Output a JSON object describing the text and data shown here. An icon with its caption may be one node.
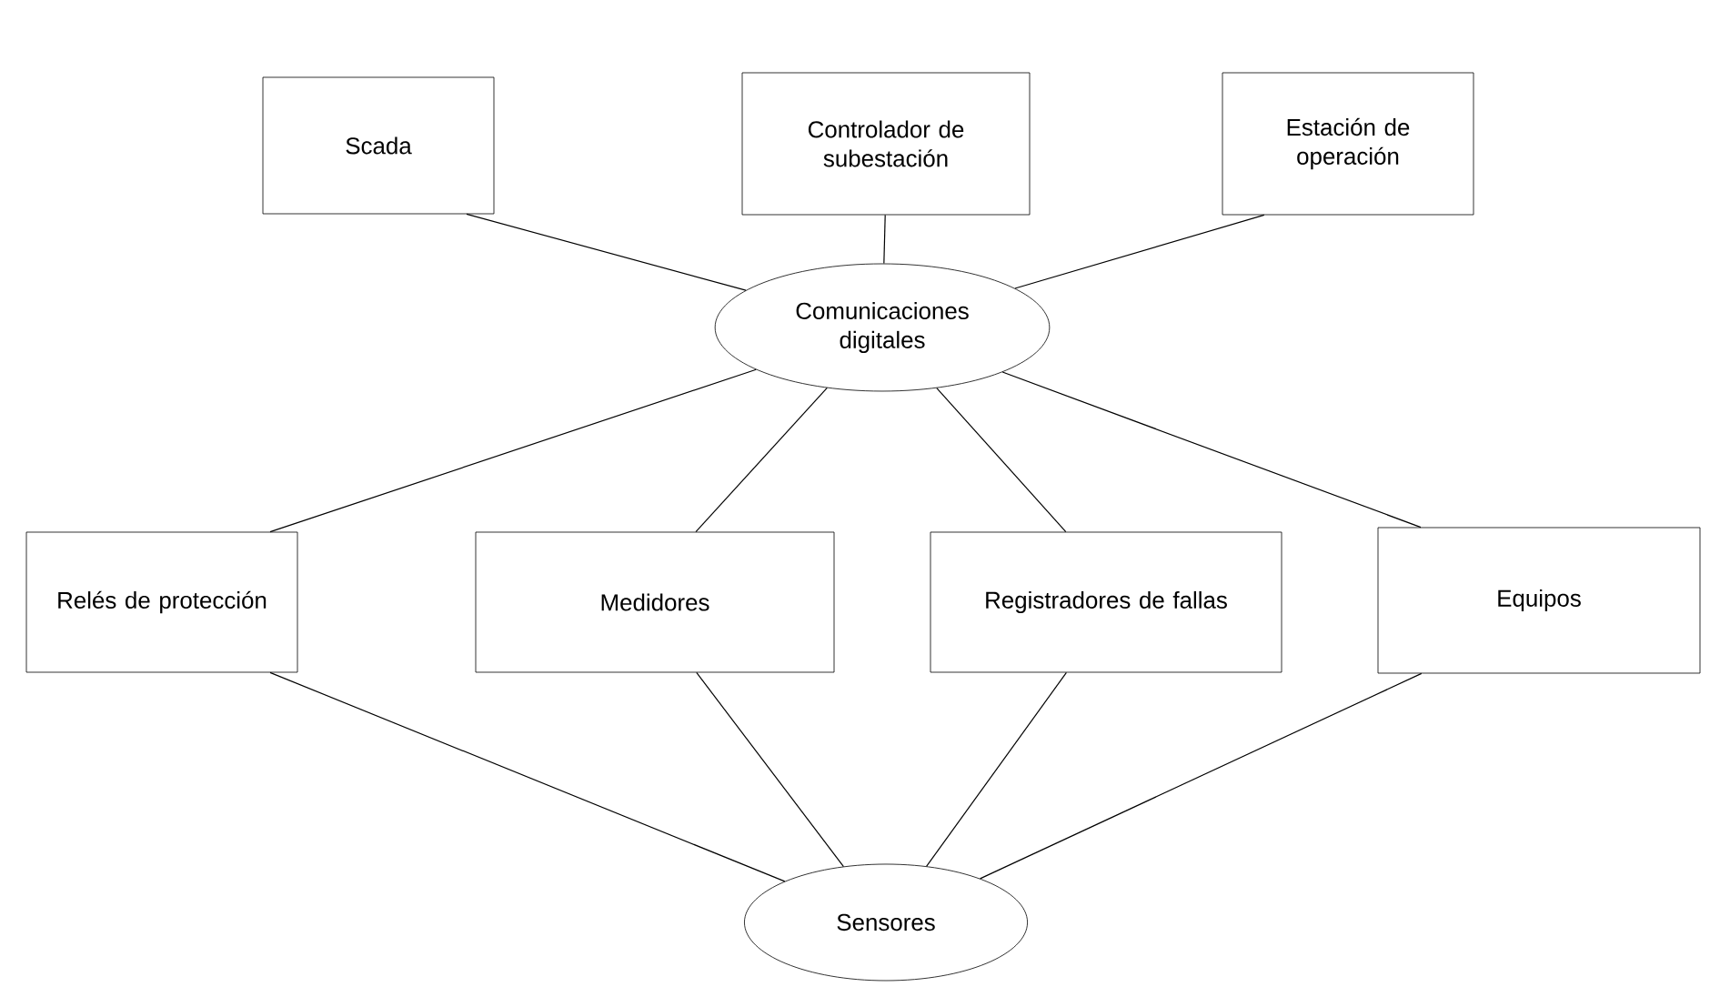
{
  "diagram": {
    "nodes": [
      {
        "text": [
          "Scada"
        ]
      },
      {
        "text": [
          "Controlador de subestación"
        ]
      },
      {
        "text": [
          "Estación de operación"
        ]
      },
      {
        "text": [
          "Comunicaciones digitales"
        ]
      },
      {
        "text": [
          "Relés de protección"
        ]
      },
      {
        "text": [
          "Medidores"
        ]
      },
      {
        "text": [
          "Registradores de fallas"
        ]
      },
      {
        "text": [
          "Equipos"
        ]
      },
      {
        "text": [
          "Sensores"
        ]
      }
    ],
    "edges": [
      {
        "from": 0,
        "to": 3,
        "arrow": "none"
      },
      {
        "from": 1,
        "to": 3,
        "arrow": "none"
      },
      {
        "from": 2,
        "to": 3,
        "arrow": "none"
      },
      {
        "from": 3,
        "to": 4,
        "arrow": "none"
      },
      {
        "from": 3,
        "to": 5,
        "arrow": "none"
      },
      {
        "from": 3,
        "to": 6,
        "arrow": "none"
      },
      {
        "from": 3,
        "to": 7,
        "arrow": "none"
      },
      {
        "from": 4,
        "to": 8,
        "arrow": "none"
      },
      {
        "from": 5,
        "to": 8,
        "arrow": "none"
      },
      {
        "from": 6,
        "to": 8,
        "arrow": "none"
      },
      {
        "from": 7,
        "to": 8,
        "arrow": "none"
      }
    ]
  }
}
